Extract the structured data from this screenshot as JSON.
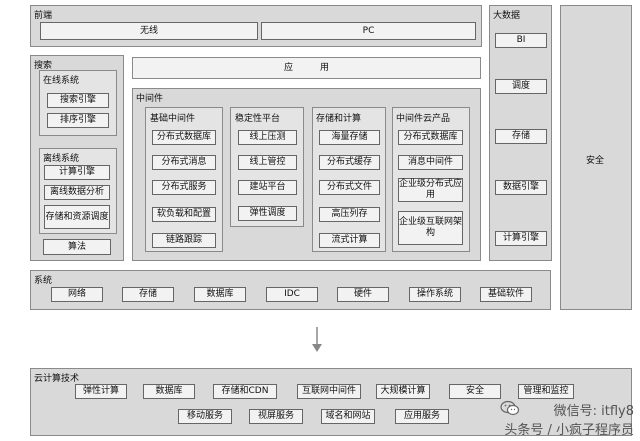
{
  "frontend": {
    "title": "前端",
    "items": [
      "无线",
      "PC"
    ]
  },
  "bigdata": {
    "title": "大数据",
    "items": [
      "BI",
      "调度",
      "存储",
      "数据引擎",
      "计算引擎"
    ]
  },
  "security": {
    "title": "安全"
  },
  "search": {
    "title": "搜索",
    "online": {
      "title": "在线系统",
      "items": [
        "搜索引擎",
        "排序引擎"
      ]
    },
    "offline": {
      "title": "离线系统",
      "items": [
        "计算引擎",
        "离线数据分析",
        "存储和资源调度"
      ]
    },
    "algorithm": "算法"
  },
  "application": {
    "label": "应　　　用"
  },
  "middleware": {
    "title": "中间件",
    "groups": [
      {
        "title": "基础中间件",
        "items": [
          "分布式数据库",
          "分布式消息",
          "分布式服务",
          "软负载和配置",
          "链路跟踪"
        ]
      },
      {
        "title": "稳定性平台",
        "items": [
          "线上压测",
          "线上管控",
          "建站平台",
          "弹性调度"
        ]
      },
      {
        "title": "存储和计算",
        "items": [
          "海量存储",
          "分布式缓存",
          "分布式文件",
          "高压列存",
          "流式计算"
        ]
      },
      {
        "title": "中间件云产品",
        "items": [
          "分布式数据库",
          "消息中间件",
          "企业级分布式应用",
          "企业级互联网架构"
        ]
      }
    ]
  },
  "system": {
    "title": "系统",
    "items": [
      "网络",
      "存储",
      "数据库",
      "IDC",
      "硬件",
      "操作系统",
      "基础软件"
    ]
  },
  "cloud": {
    "title": "云计算技术",
    "row1": [
      "弹性计算",
      "数据库",
      "存储和CDN",
      "互联网中间件",
      "大规模计算",
      "安全",
      "管理和监控"
    ],
    "row2": [
      "移动服务",
      "视屏服务",
      "域名和网站",
      "应用服务"
    ]
  },
  "watermark": {
    "line1": "微信号: itfly8",
    "line2": "头条号 / 小疯子程序员"
  },
  "icons": {
    "arrow": "arrow-down-icon",
    "wechat": "wechat-icon"
  }
}
